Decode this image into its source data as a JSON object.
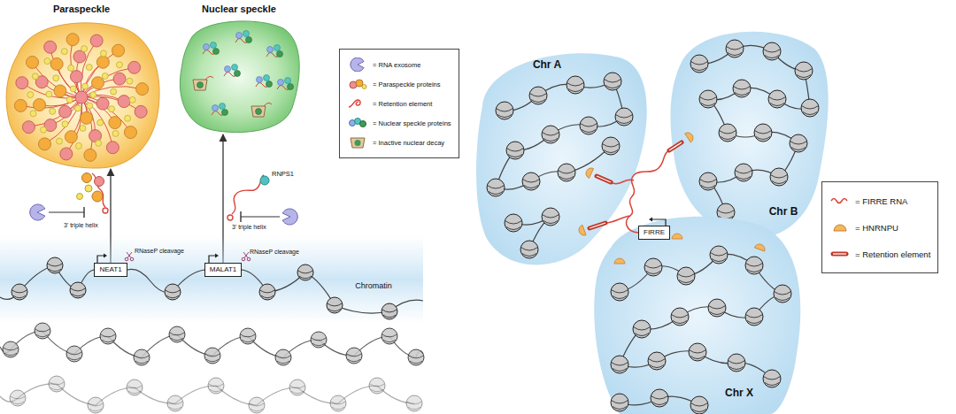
{
  "diagram": {
    "nodes": [
      {
        "text": [
          "Paraspeckle"
        ]
      },
      {
        "text": [
          "Nuclear speckle"
        ]
      },
      {
        "text": [
          "Chromatin"
        ]
      },
      {
        "text": [
          "NEAT1"
        ],
        "in": 2
      },
      {
        "text": [
          "MALAT1"
        ],
        "in": 2
      },
      {
        "text": [
          "Chr A"
        ]
      },
      {
        "text": [
          "Chr B"
        ]
      },
      {
        "text": [
          "Chr X"
        ]
      },
      {
        "text": [
          "FIRRE"
        ],
        "in": 7
      }
    ],
    "edges": [
      {
        "from": 3,
        "to": 0,
        "arrow": "to"
      },
      {
        "from": 4,
        "to": 1,
        "arrow": "to"
      }
    ],
    "labels": [
      "3' triple helix",
      "RNaseP cleavage",
      "RNPS1",
      "3' triple helix",
      "RNaseP cleavage"
    ],
    "legend": [
      {
        "text": "= RNA exosome"
      },
      {
        "text": "= Paraspeckle proteins"
      },
      {
        "text": "= Retention element"
      },
      {
        "text": "= Nuclear speckle proteins"
      },
      {
        "text": "= Inactive nuclear decay"
      },
      {
        "text": "= FIRRE RNA"
      },
      {
        "text": "= HNRNPU"
      },
      {
        "text": "= Retention element"
      }
    ]
  }
}
